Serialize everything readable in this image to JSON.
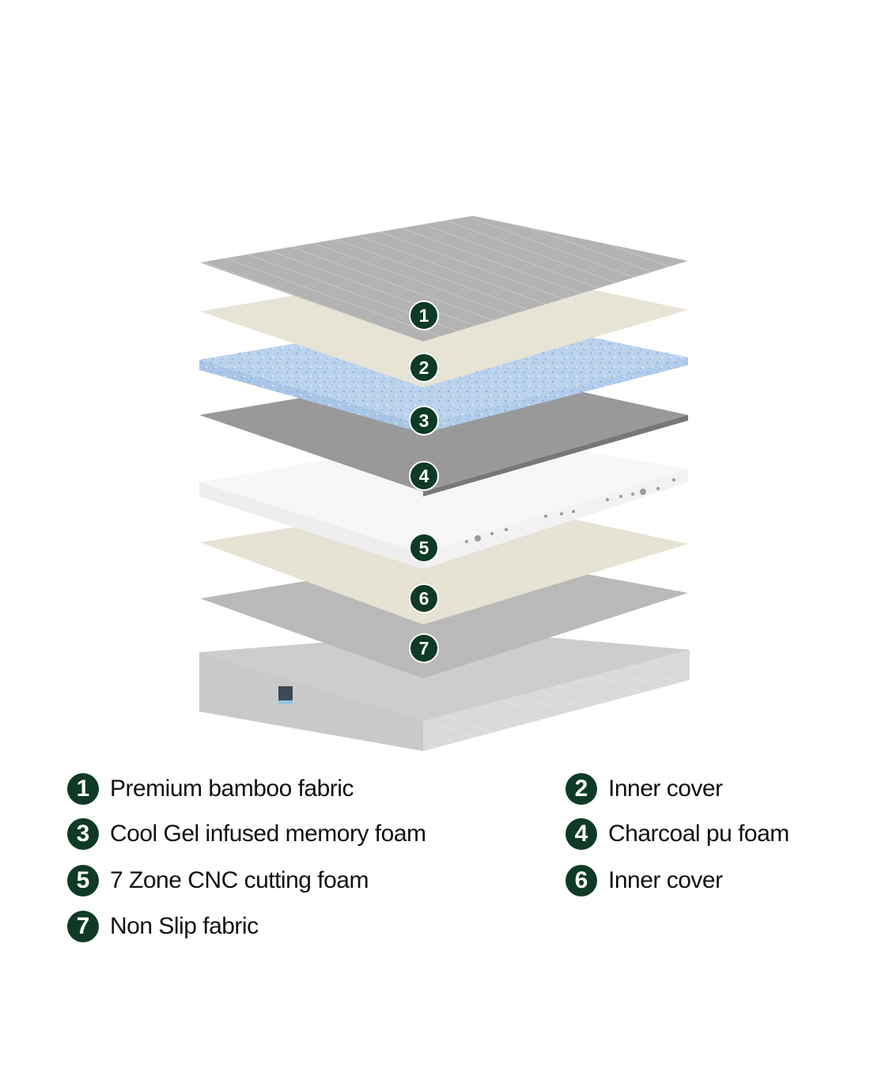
{
  "colors": {
    "badge": "#0e3a26",
    "gray_layer": "#b5b5b5",
    "cream_layer": "#e8e4d6",
    "gel_layer": "#bcd4ee",
    "charcoal_layer": "#9a9a9a",
    "zone_layer": "#f6f6f6"
  },
  "layers": [
    {
      "number": "1",
      "label": "Premium bamboo fabric"
    },
    {
      "number": "2",
      "label": "Inner cover"
    },
    {
      "number": "3",
      "label": "Cool Gel infused memory foam"
    },
    {
      "number": "4",
      "label": "Charcoal pu foam"
    },
    {
      "number": "5",
      "label": "7 Zone CNC cutting foam"
    },
    {
      "number": "6",
      "label": "Inner cover"
    },
    {
      "number": "7",
      "label": "Non Slip fabric"
    }
  ]
}
